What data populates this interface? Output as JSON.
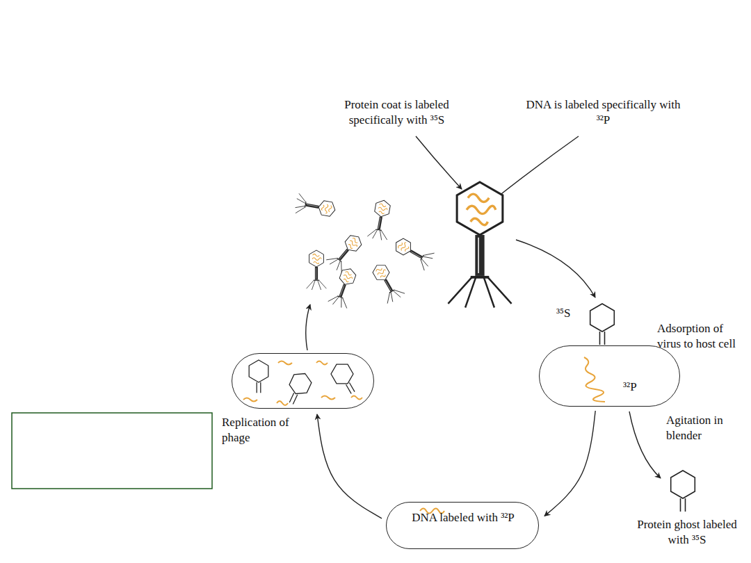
{
  "diagram": {
    "nodes": [
      {
        "text": [
          "³²P"
        ]
      },
      {
        "text": [
          "DNA labeled with ³²P"
        ]
      },
      {
        "text": [
          "Replication of phage"
        ]
      }
    ],
    "edges": [
      {
        "from": 0,
        "to": 1,
        "arrow": "to"
      },
      {
        "from": 1,
        "to": 2,
        "arrow": "to"
      }
    ],
    "labels": [
      "Protein coat is labeled specifically with ³⁵S",
      "DNA is labeled specifically with ³²P",
      "³⁵S",
      "Adsorption of virus to host cell",
      "Agitation in blender",
      "Protein ghost labeled with ³⁵S"
    ]
  }
}
